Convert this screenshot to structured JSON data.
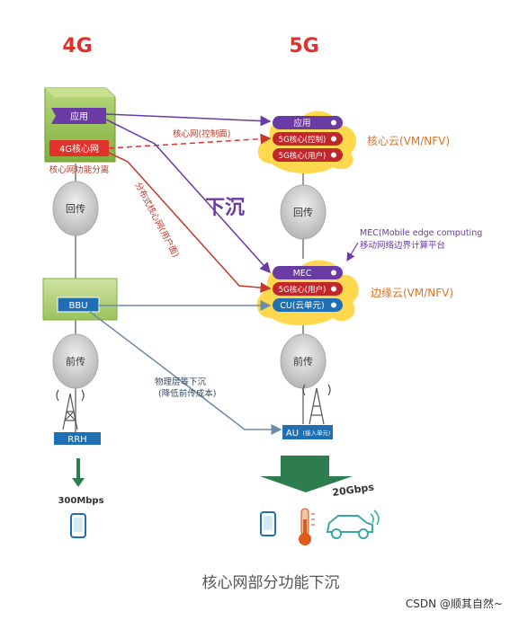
{
  "headers": {
    "left": "4G",
    "right": "5G"
  },
  "colors": {
    "red": "#e0312b",
    "purple": "#6a3aa5",
    "orange": "#d9752b",
    "blue": "#1f6fb5",
    "green": "#7fae3c",
    "cloud": "#ffd84d",
    "gray": "#c8c8c8",
    "line_blue": "#6d8ca8"
  },
  "left": {
    "app": "应用",
    "core": "4G核心网",
    "core_caption": "核心网功能分离",
    "backhaul": "回传",
    "bbu": "BBU",
    "fronthaul": "前传",
    "rrh": "RRH",
    "speed": "300Mbps"
  },
  "right": {
    "app": "应用",
    "core_ctrl": "5G核心(控制)",
    "core_user": "5G核心(用户)",
    "core_cloud": "核心云(VM/NFV)",
    "backhaul": "回传",
    "mec": "MEC",
    "edge_core_user": "5G核心(用户)",
    "cu": "CU(云单元)",
    "edge_cloud": "边缘云(VM/NFV)",
    "mec_note_line1": "MEC(Mobile edge computing",
    "mec_note_line2": "移动网络边界计算平台",
    "fronthaul": "前传",
    "au": "AU",
    "au_sub": "(接入单元)",
    "speed": "20Gbps"
  },
  "links": {
    "control_plane": "核心网(控制面)",
    "distributed_user_plane": "分布式核心网(用户面)",
    "sink_big": "下沉",
    "physical_layer_line1": "物理层等下沉",
    "physical_layer_line2": "(降低前传成本)"
  },
  "icons": [
    "phone-icon",
    "thermometer-icon",
    "car-icon",
    "tower-icon",
    "arrow-down-icon"
  ],
  "caption": "核心网部分功能下沉",
  "watermark": "CSDN @顺其自然~"
}
